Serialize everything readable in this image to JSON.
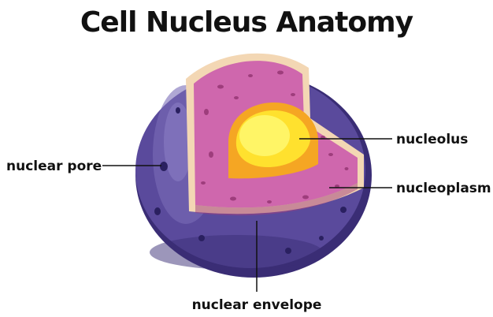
{
  "title": "Cell Nucleus Anatomy",
  "labels": {
    "nucleolus": "nucleolus",
    "nucleoplasm": "nucleoplasm",
    "nuclear_pore": "nuclear pore",
    "nuclear_envelope": "nuclear envelope"
  },
  "colors": {
    "outer_envelope": "#5a4a9c",
    "outer_dark": "#3a2d75",
    "outer_highlight": "#7a6cb8",
    "cut_rim": "#f3d7b4",
    "nucleoplasm": "#cf67ad",
    "nucleoplasm_spots": "#9e3d7c",
    "nucleolus_outer": "#f5a623",
    "nucleolus_inner": "#ffe12e",
    "nucleolus_core": "#fff566"
  }
}
